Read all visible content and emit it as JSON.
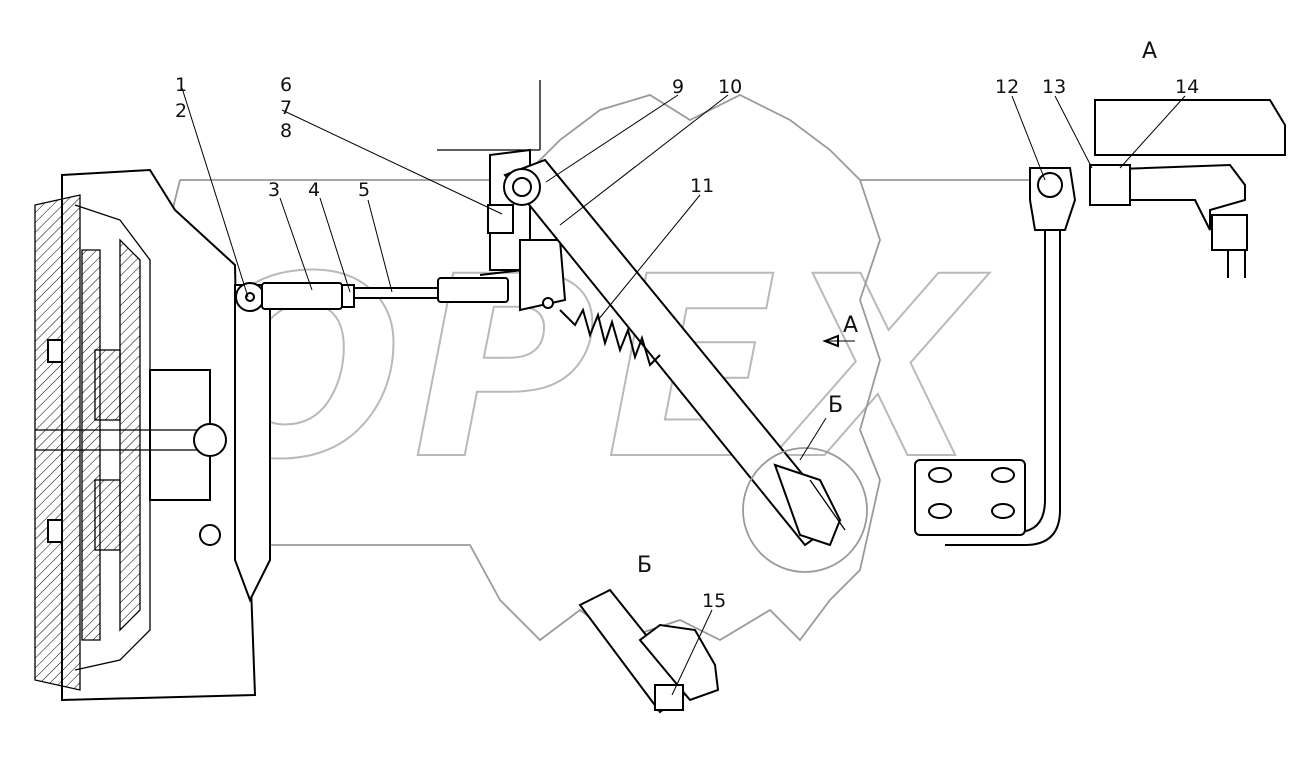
{
  "diagram": {
    "watermark": "OPEX",
    "labels": {
      "n1": "1",
      "n2": "2",
      "n3": "3",
      "n4": "4",
      "n5": "5",
      "n6": "6",
      "n7": "7",
      "n8": "8",
      "n9": "9",
      "n10": "10",
      "n11": "11",
      "n12": "12",
      "n13": "13",
      "n14": "14",
      "n15": "15"
    },
    "views": {
      "view_a_arrow": "А",
      "view_a_title": "А",
      "view_b_callout": "Б",
      "view_b_title": "Б"
    },
    "colors": {
      "line": "#000000",
      "watermark": "#b9b9b9",
      "background": "#ffffff"
    }
  }
}
